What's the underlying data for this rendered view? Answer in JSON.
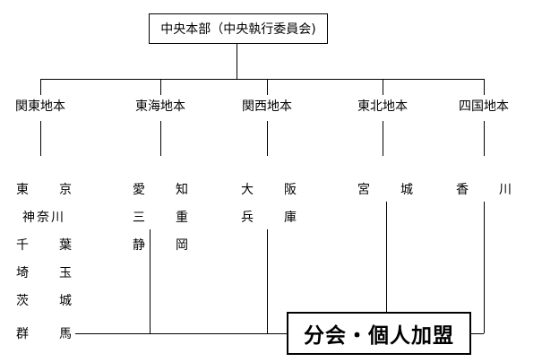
{
  "root": {
    "label": "中央本部（中央執行委員会)"
  },
  "branches": [
    {
      "label": "関東地本",
      "members": [
        "東京",
        "神奈川",
        "千葉",
        "埼玉",
        "茨城",
        "群馬"
      ]
    },
    {
      "label": "東海地本",
      "members": [
        "愛知",
        "三重",
        "静岡"
      ]
    },
    {
      "label": "関西地本",
      "members": [
        "大阪",
        "兵庫"
      ]
    },
    {
      "label": "東北地本",
      "members": [
        "宮城"
      ]
    },
    {
      "label": "四国地本",
      "members": [
        "香川"
      ]
    }
  ],
  "final": {
    "label": "分会・個人加盟"
  }
}
